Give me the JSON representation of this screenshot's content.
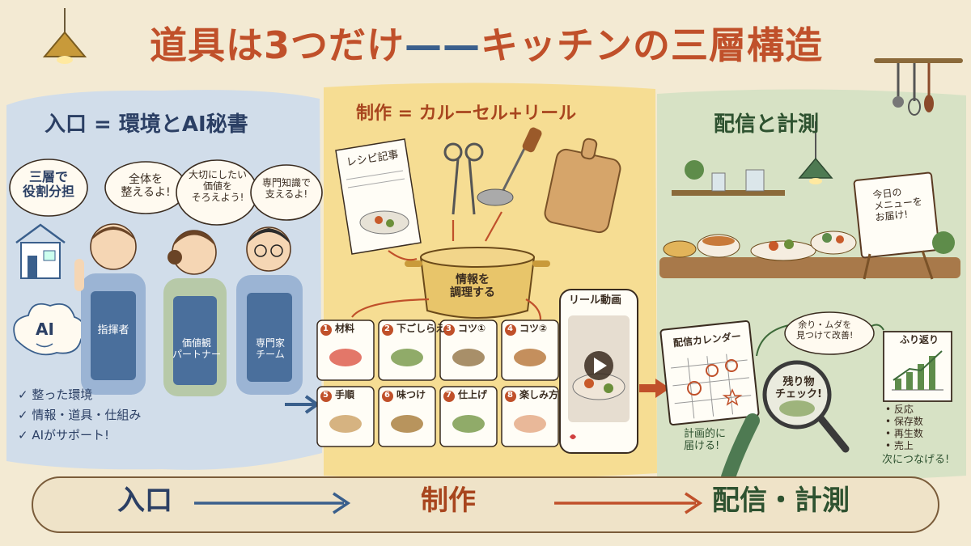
{
  "title": {
    "part1": "道具は3つだけ",
    "dash": "——",
    "part2": "キッチンの三層構造"
  },
  "left": {
    "heading": "入口 = 環境とAI秘書",
    "bubble_main": "三層で\n役割分担",
    "bubble_1": "全体を\n整えるよ!",
    "bubble_2": "大切にしたい\n価値を\nそろえよう!",
    "bubble_3": "専門知識で\n支えるよ!",
    "ai_cloud": "AI",
    "apron_1": "指揮者",
    "apron_2": "価値観\nパートナー",
    "apron_3": "専門家\nチーム",
    "checks": [
      "✓ 整った環境",
      "✓ 情報・道具・仕組み",
      "✓ AIがサポート!"
    ]
  },
  "middle": {
    "heading": "制作 = カルーセル+リール",
    "recipe_label": "レシピ記事",
    "pot_label": "情報を\n調理する",
    "reel_label": "リール動画",
    "cards": [
      {
        "num": "1",
        "label": "材料"
      },
      {
        "num": "2",
        "label": "下ごしらえ"
      },
      {
        "num": "3",
        "label": "コツ①"
      },
      {
        "num": "4",
        "label": "コツ②"
      },
      {
        "num": "5",
        "label": "手順"
      },
      {
        "num": "6",
        "label": "味つけ"
      },
      {
        "num": "7",
        "label": "仕上げ"
      },
      {
        "num": "8",
        "label": "楽しみ方"
      }
    ]
  },
  "right": {
    "heading": "配信と計測",
    "sign": "今日の\nメニューを\nお届け!",
    "calendar": "配信カレンダー",
    "calendar_note": "計画的に\n届ける!",
    "bubble_improve": "余り・ムダを\n見つけて改善!",
    "magnifier": "残り物\nチェック!",
    "review_title": "ふり返り",
    "review_items": [
      "• 反応",
      "• 保存数",
      "• 再生数",
      "• 売上"
    ],
    "review_note": "次につなげる!"
  },
  "bottom": {
    "step1": "入口",
    "step2": "制作",
    "step3": "配信・計測"
  },
  "colors": {
    "accent": "#c0502a",
    "blue": "#3a5f8c",
    "green": "#3e6b3a",
    "left_bg": "#cfdceb",
    "middle_bg": "#f6dc8f",
    "right_bg": "#d5e2c4"
  }
}
